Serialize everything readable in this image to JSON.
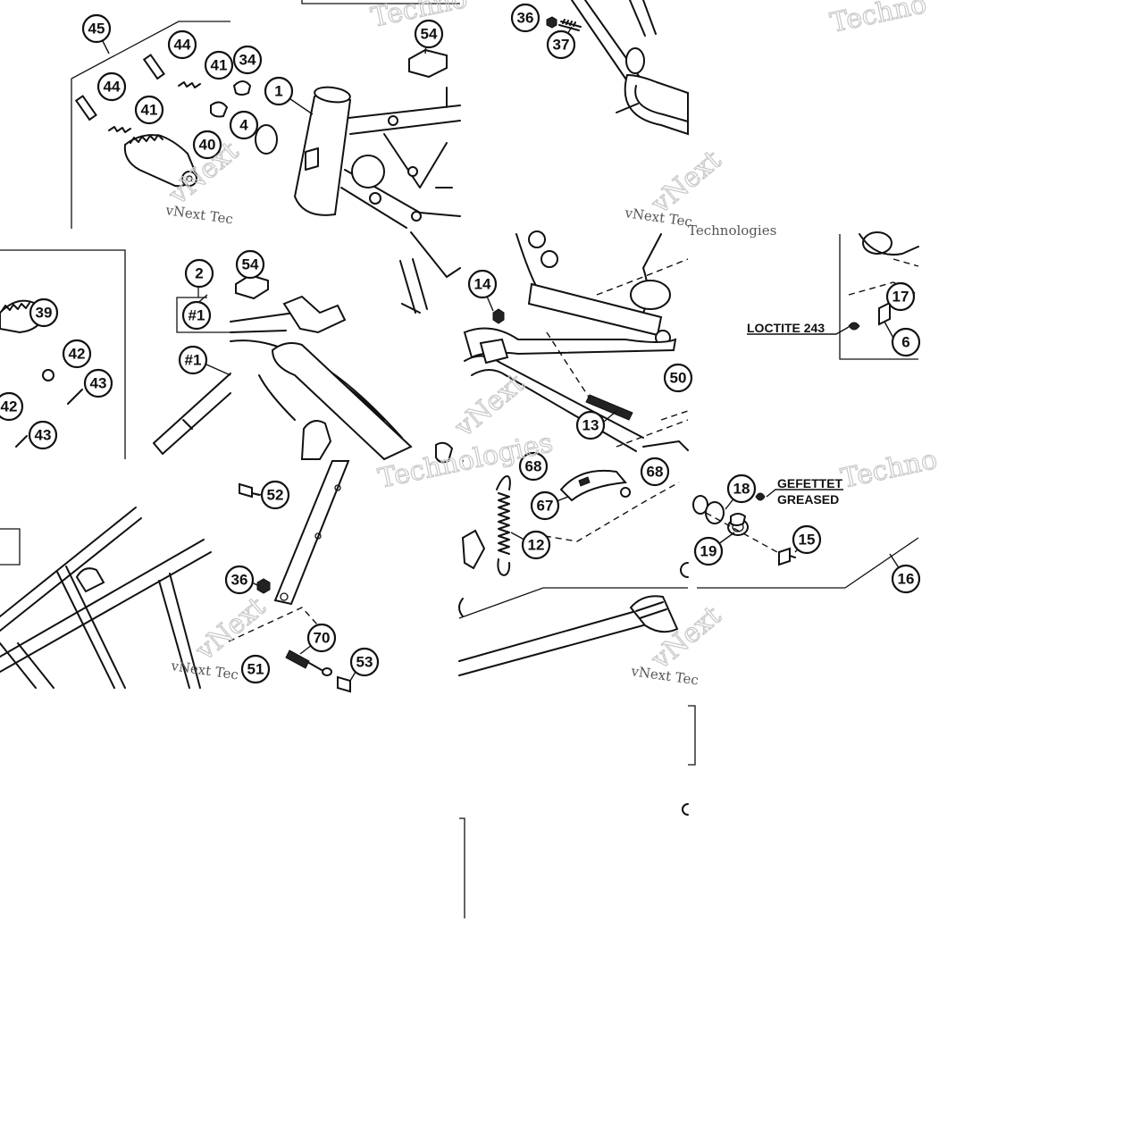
{
  "diagram": {
    "callouts": {
      "c45": "45",
      "c44a": "44",
      "c41a": "41",
      "c44b": "44",
      "c41b": "41",
      "c40": "40",
      "c34": "34",
      "c1": "1",
      "c4": "4",
      "c54a": "54",
      "c36a": "36",
      "c37": "37",
      "c2": "2",
      "c1ref_a": "#1",
      "c1ref_b": "#1",
      "c54b": "54",
      "c39": "39",
      "c42a": "42",
      "c43a": "43",
      "c42b": "42",
      "c43b": "43",
      "c14": "14",
      "c13": "13",
      "c50": "50",
      "c17": "17",
      "c6": "6",
      "c52": "52",
      "c36b": "36",
      "c70": "70",
      "c53": "53",
      "c51": "51",
      "c68a": "68",
      "c68b": "68",
      "c67": "67",
      "c12": "12",
      "c18": "18",
      "c19": "19",
      "c15": "15",
      "c16": "16"
    },
    "notes": {
      "loctite": "LOCTITE 243",
      "greased_de": "GEFETTET",
      "greased_en": "GREASED"
    },
    "watermarks": {
      "techno": "Techno",
      "vnext_small": "vNext Tec",
      "technologies": "Technologies",
      "vnext_big": "vNext"
    }
  }
}
